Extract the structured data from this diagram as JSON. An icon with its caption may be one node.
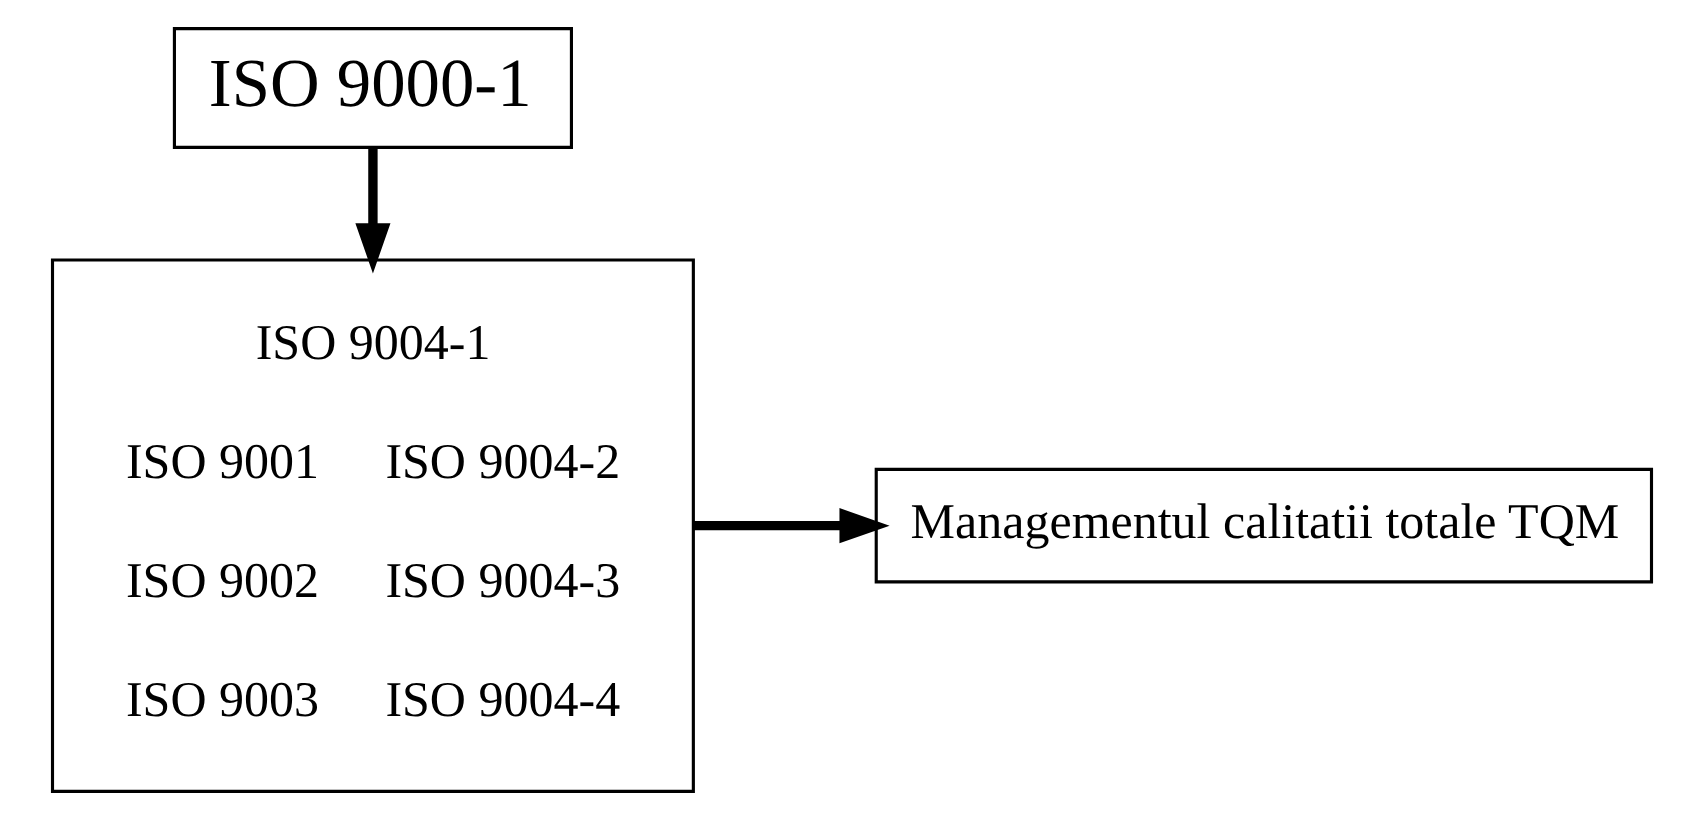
{
  "diagram": {
    "nodes": [
      {
        "text": [
          "ISO 9000-1"
        ]
      },
      {
        "text": [
          "ISO 9004-1",
          "ISO 9001",
          "ISO 9004-2",
          "ISO 9002",
          "ISO 9004-3",
          "ISO 9003",
          "ISO 9004-4"
        ]
      },
      {
        "text": [
          "Managementul calitatii totale TQM"
        ]
      }
    ],
    "edges": [
      {
        "from": 0,
        "to": 1,
        "arrow": "to"
      },
      {
        "from": 1,
        "to": 2,
        "arrow": "to"
      }
    ]
  }
}
